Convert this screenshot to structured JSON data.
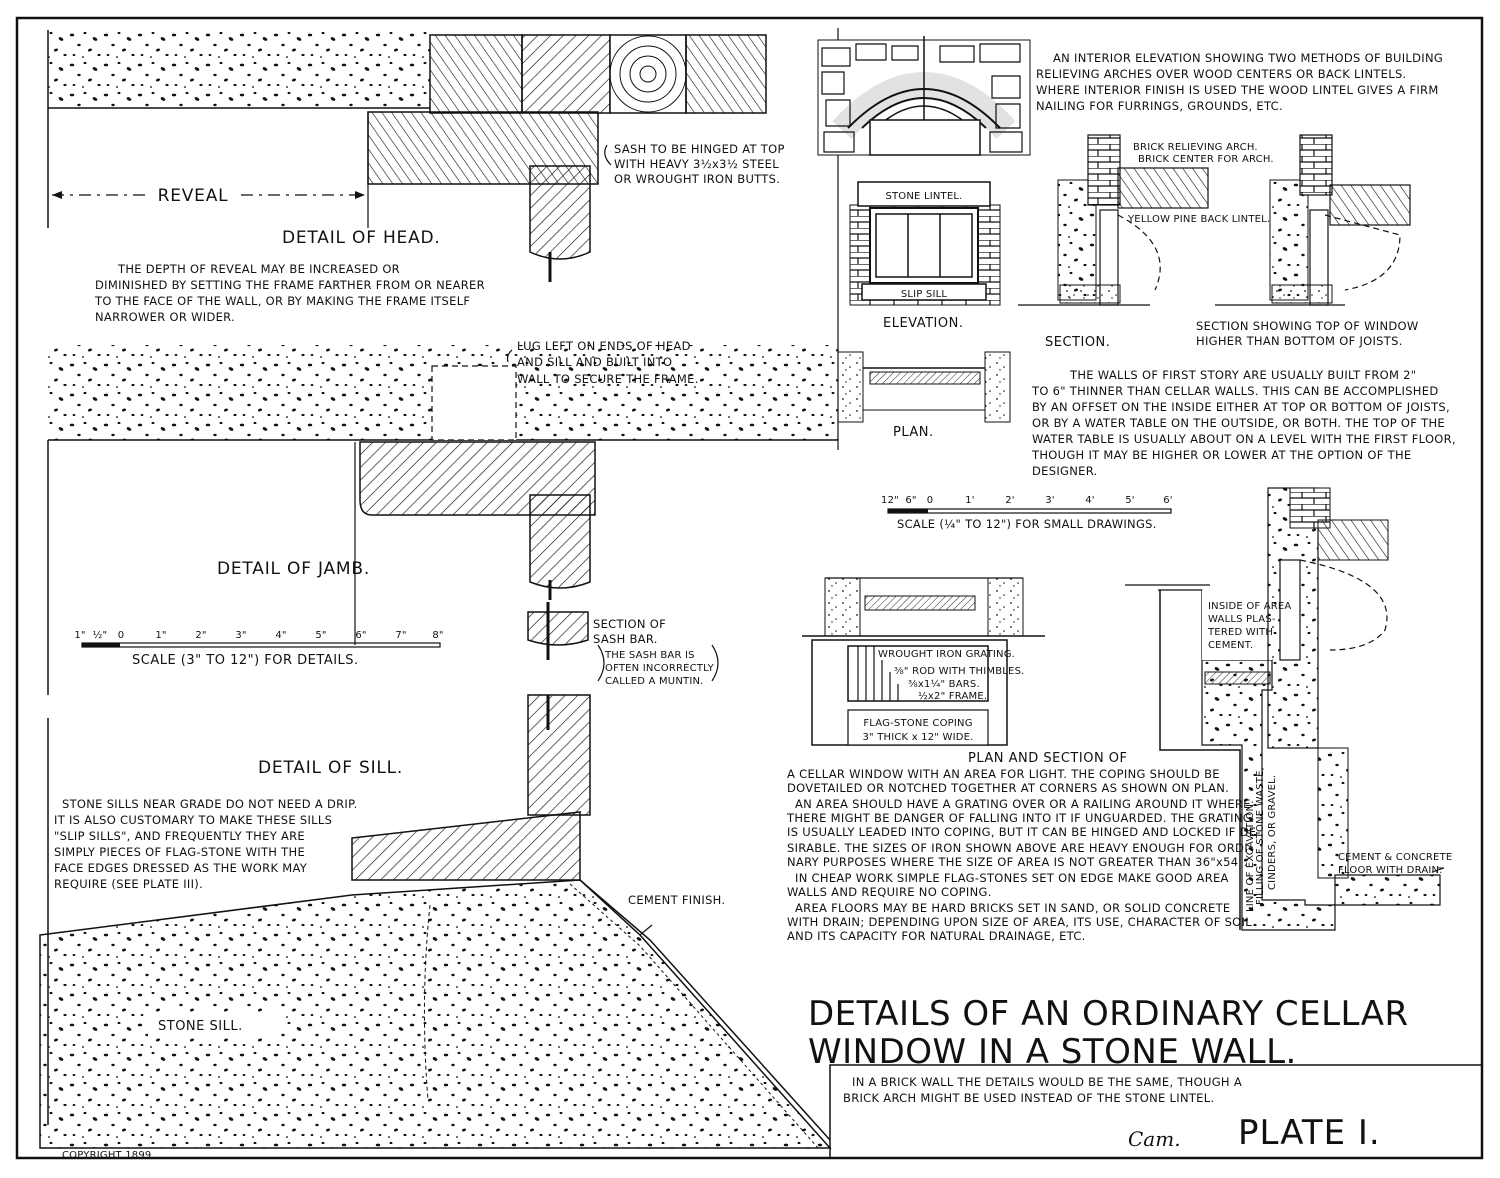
{
  "plate": {
    "copyright": "COPYRIGHT 1899.",
    "title_lines": [
      "DETAILS OF AN ORDINARY CELLAR",
      "WINDOW IN A STONE WALL."
    ],
    "subtitle_lines": [
      "IN A BRICK WALL THE DETAILS WOULD BE THE SAME, THOUGH A",
      "BRICK ARCH MIGHT BE USED INSTEAD OF THE STONE LINTEL."
    ],
    "plate_number": "PLATE I.",
    "signature": "Cam."
  },
  "head": {
    "title": "DETAIL OF HEAD.",
    "reveal_label": "REVEAL",
    "sash_note_lines": [
      "SASH TO BE HINGED AT TOP",
      "WITH HEAVY 3½x3½ STEEL",
      "OR WROUGHT IRON BUTTS."
    ],
    "reveal_note_lines": [
      "THE DEPTH OF REVEAL MAY BE INCREASED OR",
      "DIMINISHED BY SETTING THE FRAME FARTHER FROM OR NEARER",
      "TO THE FACE OF THE WALL, OR BY MAKING THE FRAME ITSELF",
      "NARROWER OR WIDER."
    ]
  },
  "jamb": {
    "title": "DETAIL OF JAMB.",
    "lug_note_lines": [
      "LUG LEFT ON ENDS OF HEAD",
      "AND SILL AND BUILT INTO",
      "WALL TO SECURE THE FRAME."
    ],
    "sash_bar_lines": [
      "SECTION OF",
      "SASH BAR."
    ],
    "muntin_lines": [
      "THE SASH BAR IS",
      "OFTEN INCORRECTLY",
      "CALLED A MUNTIN."
    ]
  },
  "scale_details": {
    "ticks": [
      "1\"",
      "½\"",
      "0",
      "1\"",
      "2\"",
      "3\"",
      "4\"",
      "5\"",
      "6\"",
      "7\"",
      "8\""
    ],
    "label": "SCALE (3\" TO 12\") FOR DETAILS."
  },
  "sill": {
    "title": "DETAIL OF SILL.",
    "note_lines": [
      "STONE SILLS NEAR GRADE DO NOT NEED A DRIP.",
      "IT IS ALSO CUSTOMARY TO MAKE THESE SILLS",
      "\"SLIP SILLS\", AND FREQUENTLY THEY ARE",
      "SIMPLY PIECES OF FLAG-STONE WITH THE",
      "FACE EDGES DRESSED AS THE WORK MAY",
      "REQUIRE (SEE PLATE III)."
    ],
    "cement_finish": "CEMENT FINISH.",
    "stone_sill": "STONE SILL."
  },
  "interior": {
    "note_lines": [
      "AN INTERIOR ELEVATION SHOWING TWO METHODS OF BUILDING",
      "RELIEVING ARCHES OVER WOOD CENTERS OR BACK LINTELS.",
      "WHERE INTERIOR FINISH IS USED THE WOOD LINTEL GIVES A FIRM",
      "NAILING FOR FURRINGS, GROUNDS, ETC."
    ]
  },
  "section": {
    "brick_arch": "BRICK RELIEVING ARCH.",
    "brick_center": "BRICK CENTER FOR ARCH.",
    "back_lintel": "YELLOW PINE BACK LINTEL.",
    "section_label": "SECTION.",
    "section2_lines": [
      "SECTION SHOWING TOP OF WINDOW",
      "HIGHER THAN BOTTOM OF JOISTS."
    ]
  },
  "elevation": {
    "stone_lintel": "STONE LINTEL.",
    "slip_sill": "SLIP SILL",
    "label": "ELEVATION.",
    "plan_label": "PLAN."
  },
  "walls": {
    "note_lines": [
      "THE WALLS OF FIRST STORY ARE USUALLY BUILT FROM 2\"",
      "TO 6\" THINNER THAN CELLAR WALLS. THIS CAN BE ACCOMPLISHED",
      "BY AN OFFSET ON THE INSIDE EITHER AT TOP OR BOTTOM OF JOISTS,",
      "OR BY A WATER TABLE ON THE OUTSIDE, OR BOTH. THE TOP OF THE",
      "WATER TABLE IS USUALLY ABOUT ON A LEVEL WITH THE FIRST FLOOR,",
      "THOUGH IT MAY BE HIGHER OR LOWER AT THE OPTION OF THE",
      "DESIGNER."
    ]
  },
  "scale_small": {
    "ticks": [
      "12\"",
      "6\"",
      "0",
      "1'",
      "2'",
      "3'",
      "4'",
      "5'",
      "6'"
    ],
    "label": "SCALE (¼\" TO 12\") FOR SMALL DRAWINGS."
  },
  "area": {
    "wrought_iron": "WROUGHT IRON GRATING.",
    "rod": "⅜\" ROD WITH THIMBLES.",
    "bars": "⅜x1¼\" BARS.",
    "frame": "½x2\" FRAME.",
    "coping_lines": [
      "FLAG-STONE COPING",
      "3\" THICK x 12\" WIDE."
    ],
    "inside_lines": [
      "INSIDE OF AREA",
      "WALLS PLAS-",
      "TERED WITH",
      "CEMENT."
    ],
    "excavation": "LINE OF EXCAVATION.",
    "filling_lines": [
      "FILLING OF STONE WASTE,",
      "CINDERS, OR GRAVEL."
    ],
    "cement_floor_lines": [
      "CEMENT & CONCRETE",
      "FLOOR WITH DRAIN."
    ],
    "note_heading": "PLAN AND SECTION OF",
    "note_lines": [
      "A CELLAR WINDOW WITH AN AREA FOR LIGHT. THE COPING SHOULD BE",
      "DOVETAILED OR NOTCHED TOGETHER AT CORNERS AS SHOWN ON PLAN.",
      "AN AREA SHOULD HAVE A GRATING OVER OR A RAILING AROUND IT WHERE",
      "THERE MIGHT BE DANGER OF FALLING INTO IT IF UNGUARDED. THE GRATING",
      "IS USUALLY LEADED INTO COPING, BUT IT CAN BE HINGED AND LOCKED IF DE-",
      "SIRABLE. THE SIZES OF IRON SHOWN ABOVE ARE HEAVY ENOUGH FOR ORDI-",
      "NARY PURPOSES WHERE THE SIZE OF AREA IS NOT GREATER THAN 36\"x54\".",
      "IN CHEAP WORK SIMPLE FLAG-STONES SET ON EDGE MAKE GOOD AREA",
      "WALLS AND REQUIRE NO COPING.",
      "AREA FLOORS MAY BE HARD BRICKS SET IN SAND, OR SOLID CONCRETE",
      "WITH DRAIN; DEPENDING UPON SIZE OF AREA, ITS USE, CHARACTER OF SOIL",
      "AND ITS CAPACITY FOR NATURAL DRAINAGE, ETC."
    ]
  }
}
